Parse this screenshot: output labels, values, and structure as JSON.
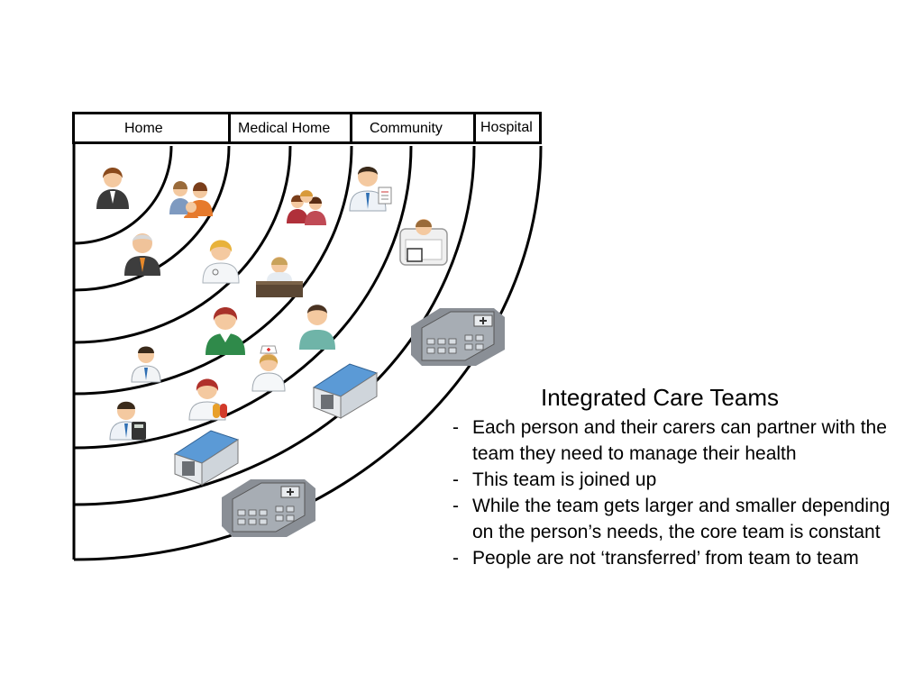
{
  "headers": {
    "home": "Home",
    "medical_home": "Medical Home",
    "community": "Community",
    "hospital": "Hospital"
  },
  "panel": {
    "title": "Integrated Care Teams",
    "dash": "-",
    "bullets": [
      "Each person and their carers can  partner with the team they need to manage their health",
      "This team is joined up",
      "While the team gets larger and smaller depending on the person’s needs, the core team is constant",
      "People are not ‘transferred’ from team to team"
    ]
  },
  "icons": [
    "patient-woman-icon",
    "family-icon",
    "elderly-man-icon",
    "carer-group-icon",
    "doctor-icon",
    "nurse-woman-icon",
    "receptionist-desk-icon",
    "hospital-bed-patient-icon",
    "clinician-green-icon",
    "man-teal-icon",
    "hospital-building-icon",
    "pharmacist-icon",
    "nurse-cap-icon",
    "clinic-building-icon",
    "doctor-calculator-icon",
    "pharmacist-pills-icon",
    "clinic-building-icon",
    "hospital-building-icon"
  ]
}
